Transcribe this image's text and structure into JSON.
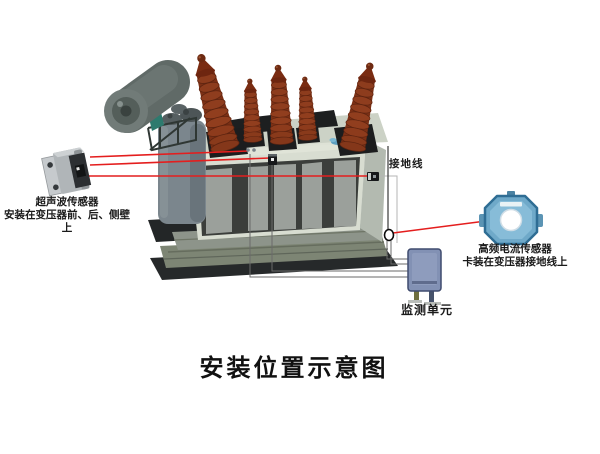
{
  "title": "安装位置示意图",
  "diagram": {
    "labels": {
      "ultrasonic_sensor": {
        "name": "超声波传感器",
        "position_note": "安装在变压器前、后、侧壁上"
      },
      "ground_wire": "接地线",
      "hf_current_sensor": {
        "name": "高频电流传感器",
        "position_note": "卡装在变压器接地线上"
      },
      "monitoring_unit": "监测单元"
    },
    "icons": {
      "transformer": "transformer-illustration",
      "ultrasonic_sensor": "ultrasonic-sensor-device",
      "hf_current_sensor": "clamp-ct-ring-device",
      "monitoring_unit": "monitoring-cabinet-device",
      "ground_wire_loop": "wire-loop"
    }
  },
  "colors": {
    "red-line": "#e41e1e",
    "signal-wire": "#6a6a6a",
    "ground-wire": "#3a3a3a",
    "bracket-wire": "#b5b5b5",
    "sensor-blue": "#6fa9c9",
    "monitor-box": "#8291b4",
    "label-text": "#1a1a1a",
    "bushing-brown": "#8a3a1c",
    "tank-gray": "#d8ddd1",
    "radiator-dark": "#3b3e3b"
  }
}
